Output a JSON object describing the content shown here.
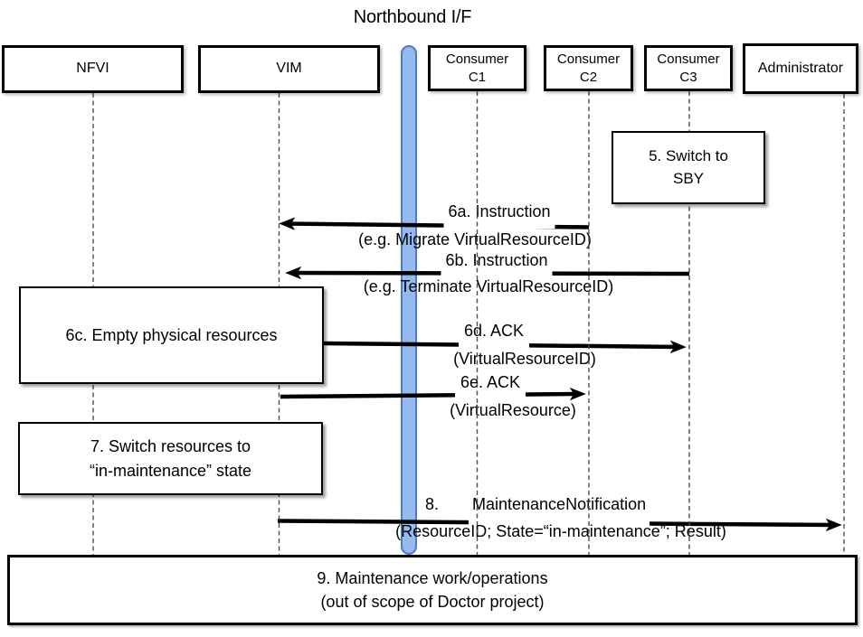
{
  "title": "Northbound I/F",
  "actors": [
    {
      "id": "nfvi",
      "label": "NFVI"
    },
    {
      "id": "vim",
      "label": "VIM"
    },
    {
      "id": "consumer-c1",
      "label": "Consumer\nC1"
    },
    {
      "id": "consumer-c2",
      "label": "Consumer\nC2"
    },
    {
      "id": "consumer-c3",
      "label": "Consumer\nC3"
    },
    {
      "id": "administrator",
      "label": "Administrator"
    }
  ],
  "messages": {
    "m6a": {
      "title": "6a. Instruction",
      "detail": "(e.g. Migrate VirtualResourceID)"
    },
    "m6b": {
      "title": "6b. Instruction",
      "detail": "(e.g. Terminate VirtualResourceID)"
    },
    "m6d": {
      "title": "6d. ACK",
      "detail": "(VirtualResourceID)"
    },
    "m6e": {
      "title": "6e. ACK",
      "detail": "(VirtualResource)"
    },
    "m8": {
      "number": "8.",
      "title": "MaintenanceNotification",
      "detail": "(ResourceID; State=“in-maintenance”; Result)"
    }
  },
  "notes": {
    "n5": "5. Switch to\nSBY",
    "n6c": "6c. Empty physical resources",
    "n7": "7. Switch resources to\n“in-maintenance” state",
    "n9": "9. Maintenance work/operations\n(out of scope of Doctor project)"
  },
  "colors": {
    "bar_fill": "#94baf0",
    "bar_border": "#4a7dc4",
    "arrow_line": "#000000",
    "lifeline": "#4d4d4d"
  }
}
